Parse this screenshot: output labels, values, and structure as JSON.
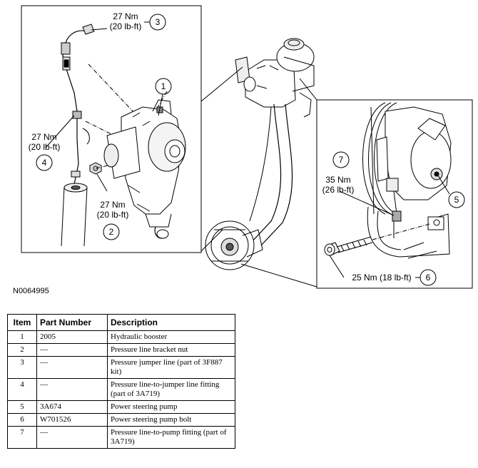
{
  "callouts": {
    "c1": {
      "num": "1"
    },
    "c2": {
      "num": "2",
      "torque_nm": "27 Nm",
      "torque_lbft": "(20 lb-ft)"
    },
    "c3": {
      "num": "3",
      "torque_nm": "27 Nm",
      "torque_lbft": "(20 lb-ft)"
    },
    "c4": {
      "num": "4",
      "torque_nm": "27 Nm",
      "torque_lbft": "(20 lb-ft)"
    },
    "c5": {
      "num": "5"
    },
    "c6": {
      "num": "6",
      "torque": "25 Nm (18 lb-ft)"
    },
    "c7": {
      "num": "7",
      "torque_nm": "35 Nm",
      "torque_lbft": "(26 lb-ft)"
    }
  },
  "figure_id": "N0064995",
  "table": {
    "headers": [
      "Item",
      "Part Number",
      "Description"
    ],
    "rows": [
      {
        "item": "1",
        "part": "2005",
        "desc": "Hydraulic booster"
      },
      {
        "item": "2",
        "part": "—",
        "desc": "Pressure line bracket nut"
      },
      {
        "item": "3",
        "part": "—",
        "desc": "Pressure jumper line (part of 3F887 kit)"
      },
      {
        "item": "4",
        "part": "—",
        "desc": "Pressure line-to-jumper line fitting (part of 3A719)"
      },
      {
        "item": "5",
        "part": "3A674",
        "desc": "Power steering pump"
      },
      {
        "item": "6",
        "part": "W701526",
        "desc": "Power steering pump bolt"
      },
      {
        "item": "7",
        "part": "—",
        "desc": "Pressure line-to-pump fitting (part of 3A719)"
      }
    ]
  }
}
